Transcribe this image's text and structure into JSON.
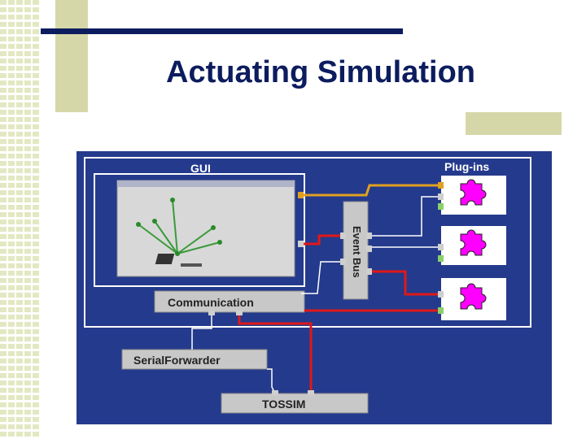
{
  "slide": {
    "title": "Actuating Simulation"
  },
  "diagram": {
    "gui_label": "GUI",
    "plugins_label": "Plug-ins",
    "event_bus_label": "Event Bus",
    "communication_label": "Communication",
    "serial_forwarder_label": "SerialForwarder",
    "tossim_label": "TOSSIM"
  },
  "colors": {
    "background": "#243a8c",
    "box": "#c8c8c8",
    "red_link": "#e01818",
    "orange_link": "#e0a020",
    "white_link": "#ffffff",
    "puzzle": "#ff00ff",
    "title": "#0c1c5e"
  }
}
